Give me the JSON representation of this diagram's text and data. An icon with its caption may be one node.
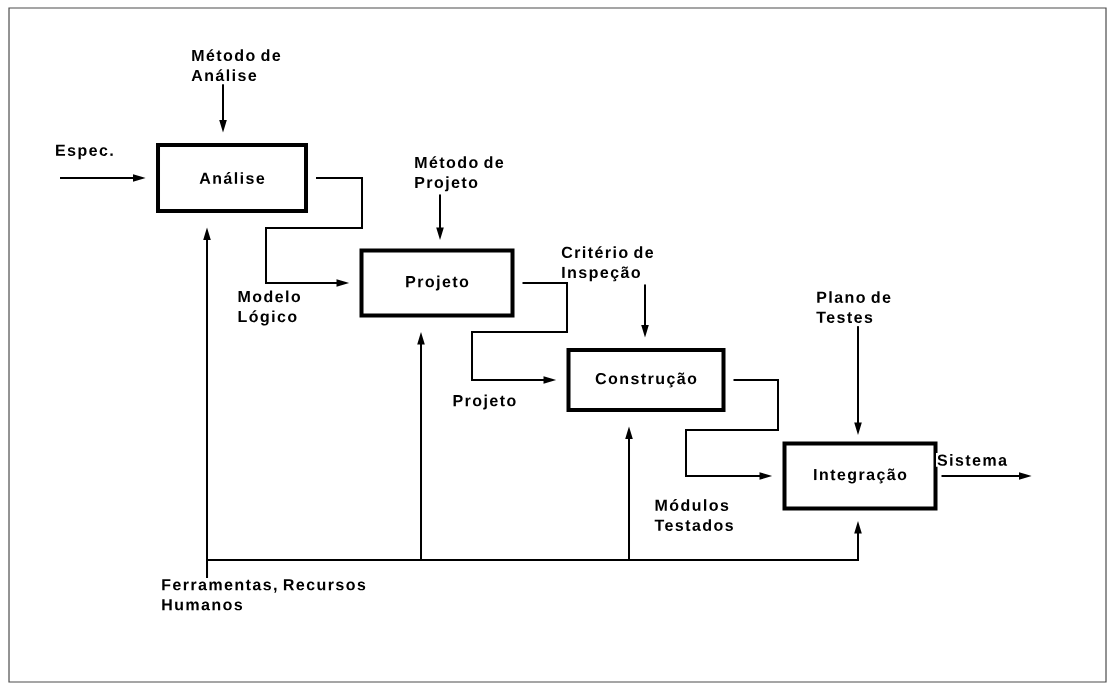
{
  "diagram": {
    "nodes": [
      {
        "text": [
          "Método de Análise"
        ]
      },
      {
        "text": [
          "Análise"
        ]
      },
      {
        "text": [
          "Método de Projeto"
        ]
      },
      {
        "text": [
          "Projeto"
        ]
      },
      {
        "text": [
          "Critério de Inspeção"
        ]
      },
      {
        "text": [
          "Construção"
        ]
      },
      {
        "text": [
          "Plano de Testes"
        ]
      },
      {
        "text": [
          "Integração"
        ]
      },
      {
        "text": [
          "Ferramentas, Recursos Humanos"
        ]
      }
    ],
    "edges": [
      {
        "from": null,
        "to": 1,
        "arrow": "to",
        "label": "Espec."
      },
      {
        "from": 0,
        "to": 1,
        "arrow": "to"
      },
      {
        "from": 1,
        "to": 3,
        "arrow": "to",
        "label": "Modelo Lógico"
      },
      {
        "from": 2,
        "to": 3,
        "arrow": "to"
      },
      {
        "from": 3,
        "to": 5,
        "arrow": "to",
        "label": "Projeto"
      },
      {
        "from": 4,
        "to": 5,
        "arrow": "to"
      },
      {
        "from": 5,
        "to": 7,
        "arrow": "to",
        "label": "Módulos Testados"
      },
      {
        "from": 6,
        "to": 7,
        "arrow": "to"
      },
      {
        "from": 7,
        "to": null,
        "arrow": "to",
        "label": "Sistema"
      },
      {
        "from": 8,
        "to": 1,
        "arrow": "to"
      },
      {
        "from": 8,
        "to": 3,
        "arrow": "to"
      },
      {
        "from": 8,
        "to": 5,
        "arrow": "to"
      },
      {
        "from": 8,
        "to": 7,
        "arrow": "to"
      }
    ]
  }
}
